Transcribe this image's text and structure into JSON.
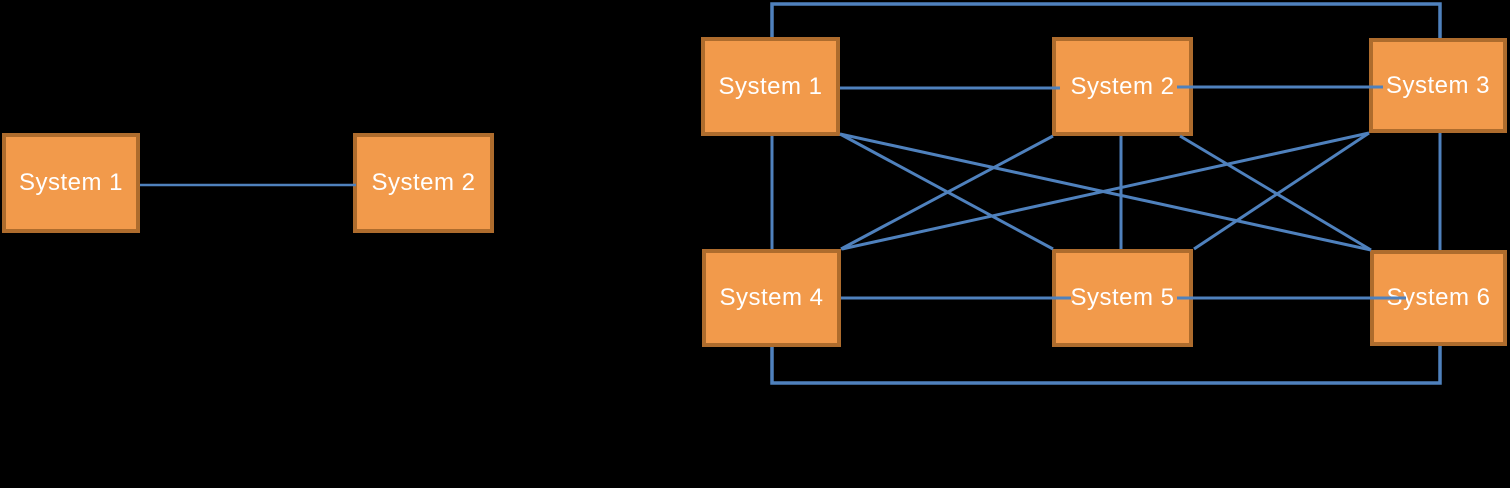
{
  "colors": {
    "background": "#000000",
    "node_fill": "#F29A4B",
    "node_border": "#AE6C2D",
    "connector": "#4F81BD",
    "label_text": "#FFFFFF"
  },
  "diagrams": [
    {
      "name": "point-to-point",
      "nodes": [
        {
          "id": "left-system-1",
          "label": "System 1"
        },
        {
          "id": "left-system-2",
          "label": "System 2"
        }
      ],
      "edges": [
        {
          "from": "System 1",
          "to": "System 2"
        }
      ]
    },
    {
      "name": "full-mesh",
      "nodes": [
        {
          "id": "mesh-system-1",
          "label": "System 1"
        },
        {
          "id": "mesh-system-2",
          "label": "System 2"
        },
        {
          "id": "mesh-system-3",
          "label": "System 3"
        },
        {
          "id": "mesh-system-4",
          "label": "System 4"
        },
        {
          "id": "mesh-system-5",
          "label": "System 5"
        },
        {
          "id": "mesh-system-6",
          "label": "System 6"
        }
      ],
      "edges": [
        {
          "from": "System 1",
          "to": "System 2"
        },
        {
          "from": "System 2",
          "to": "System 3"
        },
        {
          "from": "System 1",
          "to": "System 3",
          "route": "around-top"
        },
        {
          "from": "System 4",
          "to": "System 5"
        },
        {
          "from": "System 5",
          "to": "System 6"
        },
        {
          "from": "System 4",
          "to": "System 6",
          "route": "around-bottom"
        },
        {
          "from": "System 1",
          "to": "System 4"
        },
        {
          "from": "System 2",
          "to": "System 5"
        },
        {
          "from": "System 3",
          "to": "System 6"
        },
        {
          "from": "System 1",
          "to": "System 5"
        },
        {
          "from": "System 1",
          "to": "System 6"
        },
        {
          "from": "System 2",
          "to": "System 4"
        },
        {
          "from": "System 2",
          "to": "System 6"
        },
        {
          "from": "System 3",
          "to": "System 4"
        },
        {
          "from": "System 3",
          "to": "System 5"
        }
      ]
    }
  ]
}
